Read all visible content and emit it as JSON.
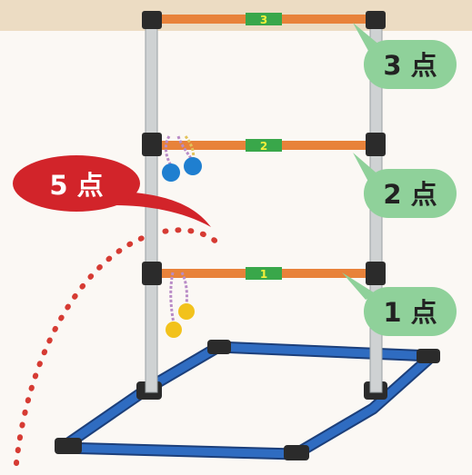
{
  "rungs": [
    {
      "number": "3",
      "bubble": "3 点"
    },
    {
      "number": "2",
      "bubble": "2 点"
    },
    {
      "number": "1",
      "bubble": "1 点"
    }
  ],
  "bonus_bubble": "5 点",
  "colors": {
    "background_top": "#ecdcc3",
    "background": "#fbf8f4",
    "rung": "#e8823a",
    "rung_label_band": "#39a74a",
    "rung_number": "#f3ef3a",
    "pole": "#cfd2d3",
    "joint": "#2b2b2b",
    "base": "#2f6cc1",
    "score_bubble": "#8fd19a",
    "bonus_bubble": "#d2242a",
    "trajectory": "#d63b33",
    "ball_blue": "#1f7fd0",
    "ball_yellow": "#f2c21c",
    "rope": "#b98cc7"
  }
}
